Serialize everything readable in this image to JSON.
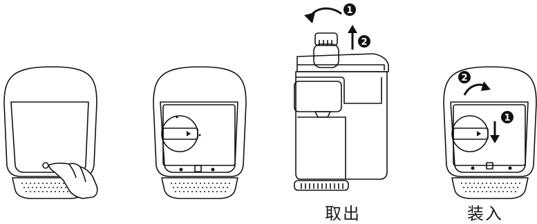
{
  "captions": {
    "remove": "取出",
    "install": "装入"
  },
  "step_markers": {
    "remove_rotate": "1",
    "remove_lift": "2",
    "install_insert": "1",
    "install_rotate": "2"
  },
  "colors": {
    "stroke": "#111111",
    "fill": "#ffffff",
    "marker": "#111111"
  }
}
